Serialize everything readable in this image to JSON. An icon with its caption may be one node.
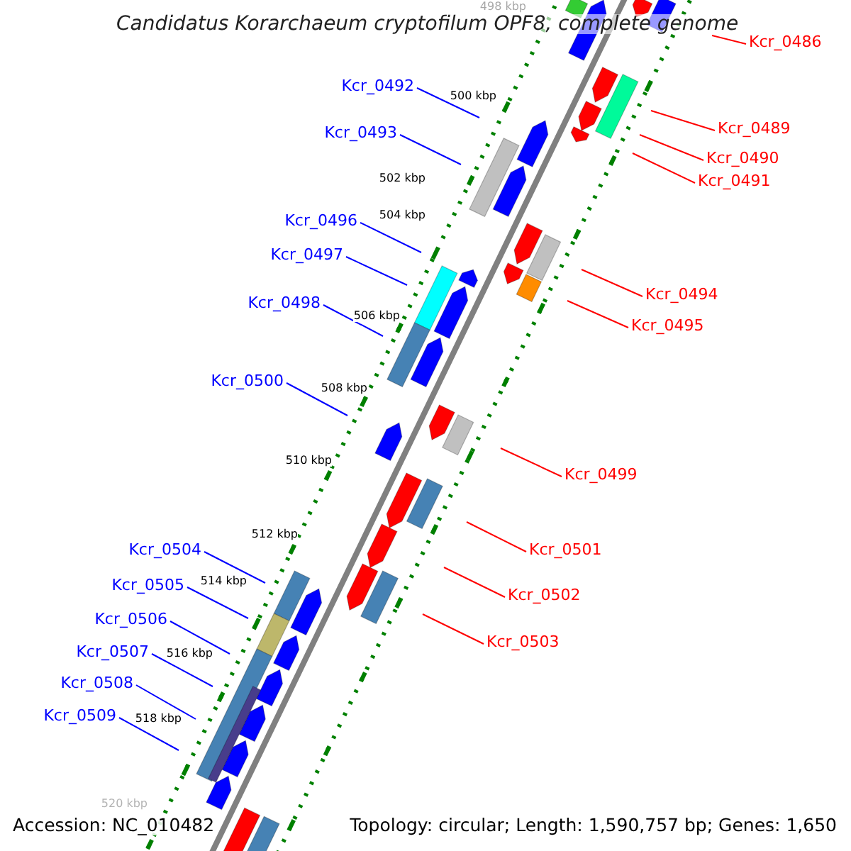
{
  "diagram": {
    "title": "Candidatus Korarchaeum cryptofilum OPF8, complete genome",
    "nodes": [
      {
        "text": [
          "Kcr_0486"
        ]
      },
      {
        "text": [
          "Kcr_0492"
        ]
      },
      {
        "text": [
          "Kcr_0489"
        ]
      },
      {
        "text": [
          "Kcr_0493"
        ]
      },
      {
        "text": [
          "Kcr_0490"
        ]
      },
      {
        "text": [
          "Kcr_0491"
        ]
      },
      {
        "text": [
          "Kcr_0496"
        ]
      },
      {
        "text": [
          "Kcr_0497"
        ]
      },
      {
        "text": [
          "Kcr_0494"
        ]
      },
      {
        "text": [
          "Kcr_0498"
        ]
      },
      {
        "text": [
          "Kcr_0495"
        ]
      },
      {
        "text": [
          "Kcr_0500"
        ]
      },
      {
        "text": [
          "Kcr_0499"
        ]
      },
      {
        "text": [
          "Kcr_0504"
        ]
      },
      {
        "text": [
          "Kcr_0501"
        ]
      },
      {
        "text": [
          "Kcr_0505"
        ]
      },
      {
        "text": [
          "Kcr_0502"
        ]
      },
      {
        "text": [
          "Kcr_0506"
        ]
      },
      {
        "text": [
          "Kcr_0503"
        ]
      },
      {
        "text": [
          "Kcr_0507"
        ]
      },
      {
        "text": [
          "Kcr_0508"
        ]
      },
      {
        "text": [
          "Kcr_0509"
        ]
      }
    ],
    "edges": [
      {
        "from": 0,
        "to": null,
        "arrow": "none",
        "color": "#ff0000"
      },
      {
        "from": 1,
        "to": null,
        "arrow": "none"
      },
      {
        "from": 2,
        "to": null,
        "arrow": "none",
        "color": "#ff0000"
      },
      {
        "from": 3,
        "to": null,
        "arrow": "none"
      },
      {
        "from": 4,
        "to": null,
        "arrow": "none",
        "color": "#ff0000"
      },
      {
        "from": 5,
        "to": null,
        "arrow": "none",
        "color": "#ff0000"
      },
      {
        "from": 6,
        "to": null,
        "arrow": "none"
      },
      {
        "from": 7,
        "to": null,
        "arrow": "none"
      },
      {
        "from": 8,
        "to": null,
        "arrow": "none",
        "color": "#ff0000"
      },
      {
        "from": 9,
        "to": null,
        "arrow": "none"
      },
      {
        "from": 10,
        "to": null,
        "arrow": "none",
        "color": "#ff0000"
      },
      {
        "from": 11,
        "to": null,
        "arrow": "none"
      },
      {
        "from": 12,
        "to": null,
        "arrow": "none",
        "color": "#ff0000"
      },
      {
        "from": 13,
        "to": null,
        "arrow": "none"
      },
      {
        "from": 14,
        "to": null,
        "arrow": "none",
        "color": "#ff0000"
      },
      {
        "from": 15,
        "to": null,
        "arrow": "none"
      },
      {
        "from": 16,
        "to": null,
        "arrow": "none",
        "color": "#ff0000"
      },
      {
        "from": 17,
        "to": null,
        "arrow": "none"
      },
      {
        "from": 18,
        "to": null,
        "arrow": "none",
        "color": "#ff0000"
      },
      {
        "from": 19,
        "to": null,
        "arrow": "none"
      },
      {
        "from": 20,
        "to": null,
        "arrow": "none"
      },
      {
        "from": 21,
        "to": null,
        "arrow": "none"
      }
    ],
    "labels": [
      "498 kbp",
      "500 kbp",
      "502 kbp",
      "504 kbp",
      "506 kbp",
      "508 kbp",
      "510 kbp",
      "512 kbp",
      "514 kbp",
      "516 kbp",
      "518 kbp",
      "520 kbp",
      "Accession: NC_010482",
      "Topology: circular; Length: 1,590,757 bp; Genes: 1,650"
    ]
  }
}
